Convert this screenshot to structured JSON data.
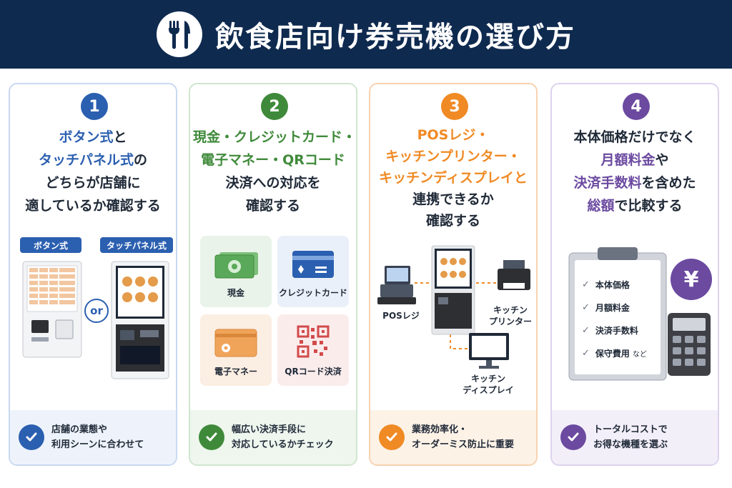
{
  "header": {
    "title": "飲食店向け券売機の選び方",
    "icon": "fork-knife-icon"
  },
  "colors": {
    "header_bg": "#0f2a4f",
    "blue": "#2b5fb0",
    "green": "#3f8a3a",
    "orange": "#f08a24",
    "purple": "#6b4aa0"
  },
  "cards": [
    {
      "number": "1",
      "heading": [
        {
          "segments": [
            {
              "text": "ボタン式",
              "accent": true
            },
            {
              "text": "と",
              "accent": false
            }
          ]
        },
        {
          "segments": [
            {
              "text": "タッチパネル式",
              "accent": true
            },
            {
              "text": "の",
              "accent": false
            }
          ]
        },
        {
          "segments": [
            {
              "text": "どちらが店舗に",
              "accent": false
            }
          ]
        },
        {
          "segments": [
            {
              "text": "適しているか確認する",
              "accent": false
            }
          ]
        }
      ],
      "labels": {
        "button_type": "ボタン式",
        "touch_type": "タッチパネル式",
        "or": "or"
      },
      "footer": [
        "店舗の業態や",
        "利用シーンに合わせて"
      ]
    },
    {
      "number": "2",
      "heading": [
        {
          "segments": [
            {
              "text": "現金・クレジットカード・",
              "accent": true
            }
          ]
        },
        {
          "segments": [
            {
              "text": "電子マネー・QRコード",
              "accent": true
            }
          ]
        },
        {
          "segments": [
            {
              "text": "決済への対応を",
              "accent": false
            }
          ]
        },
        {
          "segments": [
            {
              "text": "確認する",
              "accent": false
            }
          ]
        }
      ],
      "payments": [
        {
          "label": "現金",
          "icon": "cash-icon"
        },
        {
          "label": "クレジットカード",
          "icon": "credit-card-icon"
        },
        {
          "label": "電子マネー",
          "icon": "e-money-card-icon"
        },
        {
          "label": "QRコード決済",
          "icon": "qr-code-icon"
        }
      ],
      "footer": [
        "幅広い決済手段に",
        "対応しているかチェック"
      ]
    },
    {
      "number": "3",
      "heading": [
        {
          "segments": [
            {
              "text": "POSレジ・",
              "accent": true
            }
          ]
        },
        {
          "segments": [
            {
              "text": "キッチンプリンター・",
              "accent": true
            }
          ]
        },
        {
          "segments": [
            {
              "text": "キッチンディスプレイと",
              "accent": true
            }
          ]
        },
        {
          "segments": [
            {
              "text": "連携できるか",
              "accent": false
            }
          ]
        },
        {
          "segments": [
            {
              "text": "確認する",
              "accent": false
            }
          ]
        }
      ],
      "devices": {
        "pos": "POSレジ",
        "printer": [
          "キッチン",
          "プリンター"
        ],
        "display": [
          "キッチン",
          "ディスプレイ"
        ]
      },
      "footer": [
        "業務効率化・",
        "オーダーミス防止に重要"
      ]
    },
    {
      "number": "4",
      "heading": [
        {
          "segments": [
            {
              "text": "本体価格だけでなく",
              "accent": false
            }
          ]
        },
        {
          "segments": [
            {
              "text": "月額料金",
              "accent": true
            },
            {
              "text": "や",
              "accent": false
            }
          ]
        },
        {
          "segments": [
            {
              "text": "決済手数料",
              "accent": true
            },
            {
              "text": "を含めた",
              "accent": false
            }
          ]
        },
        {
          "segments": [
            {
              "text": "総額",
              "accent": true
            },
            {
              "text": "で比較する",
              "accent": false
            }
          ]
        }
      ],
      "checklist": [
        "本体価格",
        "月額料金",
        "決済手数料",
        "保守費用"
      ],
      "checklist_suffix": "など",
      "yen": "¥",
      "footer": [
        "トータルコストで",
        "お得な機種を選ぶ"
      ]
    }
  ]
}
